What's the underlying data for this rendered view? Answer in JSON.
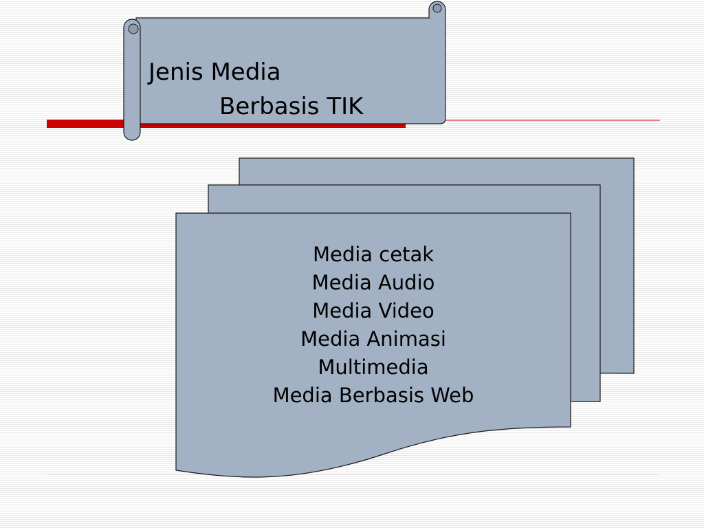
{
  "slide": {
    "title": {
      "line1": "Jenis Media",
      "line2": "Berbasis TIK"
    },
    "items": [
      "Media cetak",
      "Media Audio",
      "Media Video",
      "Media Animasi",
      "Multimedia",
      "Media Berbasis Web"
    ]
  },
  "colors": {
    "shape_fill": "#a2b1c3",
    "shape_stroke": "#1a1a1a",
    "accent_red": "#cc0000",
    "divider_line": "#e8cfcf"
  }
}
